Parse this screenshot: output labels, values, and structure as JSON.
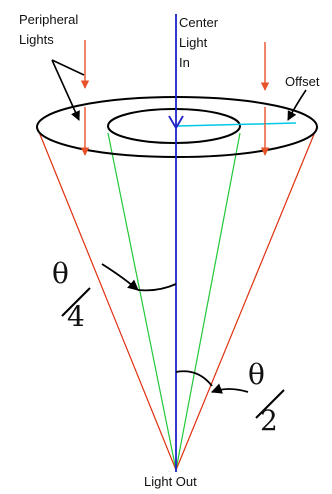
{
  "labels": {
    "peripheral_line1": "Peripheral",
    "peripheral_line2": "Lights",
    "center_line1": "Center",
    "center_line2": "Light",
    "center_line3": "In",
    "offset": "Offset",
    "light_out": "Light Out"
  },
  "angles": {
    "quarter": {
      "symbol": "θ",
      "denominator": "4"
    },
    "half": {
      "symbol": "θ",
      "denominator": "2"
    }
  },
  "colors": {
    "outline": "#000000",
    "center_axis": "#1e22c8",
    "outer_cone": "#e03010",
    "inner_cone": "#22c83a",
    "offset_line": "#00c8e8",
    "peripheral_arrows": "#e8522a"
  }
}
